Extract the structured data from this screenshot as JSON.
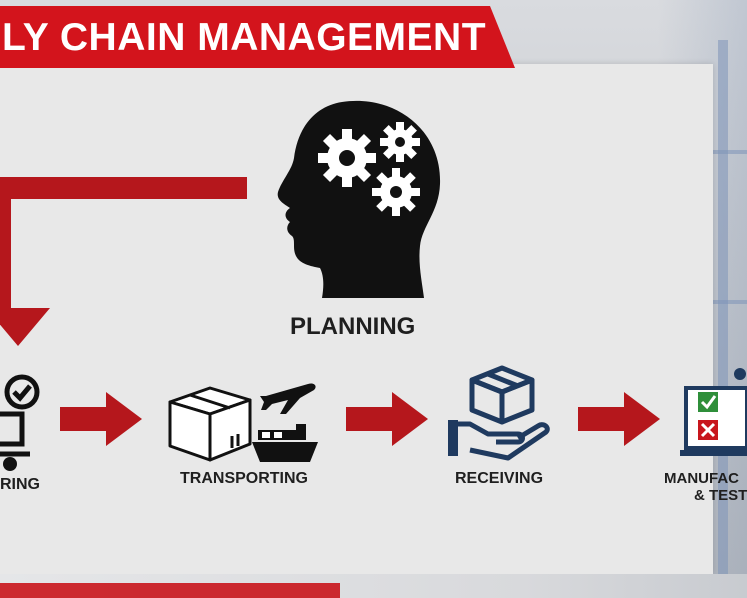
{
  "title": "LY CHAIN MANAGEMENT",
  "colors": {
    "brand_red": "#d3141c",
    "arrow_red": "#b5171c",
    "icon_dark": "#111111",
    "panel_bg": "#e8e8e8"
  },
  "planning": {
    "label": "PLANNING",
    "icon": "head-gears-icon"
  },
  "steps": [
    {
      "label": "RING",
      "icon": "checklist-cart-icon"
    },
    {
      "label": "TRANSPORTING",
      "icon": "box-plane-ship-icon"
    },
    {
      "label": "RECEIVING",
      "icon": "hand-box-icon"
    },
    {
      "label_line1": "MANUFAC",
      "label_line2": "& TEST",
      "icon": "laptop-checklist-icon"
    }
  ]
}
